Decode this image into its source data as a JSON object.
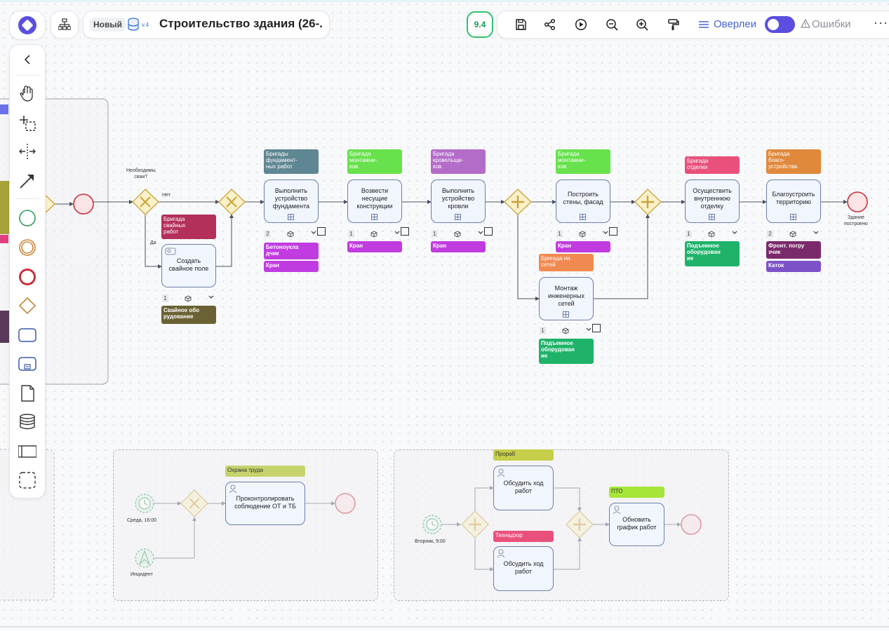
{
  "header": {
    "status": "Новый",
    "version": "v.4",
    "title": "Строительство здания (26-.",
    "score": "9.4",
    "overlays": "Оверлеи",
    "errors": "Ошибки",
    "more": "···"
  },
  "flow_labels": {
    "question": "Необходимы\nсваи?",
    "no": "Нет",
    "yes": "Да",
    "end_building": "Здание\nпостроено",
    "wed": "Среда, 16:00",
    "incident": "Инцидент",
    "tue": "Вторник, 9:00"
  },
  "tasks": {
    "t_found": "Выполнить\nустройство\nфундамента",
    "t_walls": "Возвести\nнесущие\nконструкции",
    "t_roof": "Выполнить\nустройство\nкровли",
    "t_facade": "Построить\nстены, фасад",
    "t_interior": "Осуществить\nвнутреннюю\nотделку",
    "t_territory": "Благоустроить\nтерриторию",
    "t_piles": "Создать\nсвайное поле",
    "t_networks": "Монтаж\nинженерных\nсетей",
    "t_safety": "Проконтролировать\nсоблюдение ОТ и ТБ",
    "t_discuss1": "Обсудить ход\nработ",
    "t_discuss2": "Обсудить ход\nработ",
    "t_schedule": "Обновить\nграфик работ"
  },
  "roles": {
    "r_found": "Бригады\nфундамент-\nных работ",
    "r_walls": "Бригада\nмонтажни-\nков",
    "r_roof": "Бригада\nкровельщи-\nков",
    "r_facade": "Бригада\nмонтажни-\nков",
    "r_interior": "Бригада\nотделки",
    "r_territory": "Бригада\nблаго-\nустройства",
    "r_piles": "Бригада\nсвайных\nработ",
    "r_networks": "Бригада ин.\nсетей",
    "r_safety": "Охрана труда",
    "r_prorab": "Прораб",
    "r_technadzor": "Технадзор",
    "r_pto": "ПТО"
  },
  "resources": {
    "res_concrete": "Бетоноукла\nдчик",
    "res_crane1": "Кран",
    "res_crane2": "Кран",
    "res_crane3": "Кран",
    "res_crane4": "Кран",
    "res_lift1": "Подъемное\nоборудован\nие",
    "res_loader": "Фронт. погру\nзчик",
    "res_roller": "Каток",
    "res_pileeq": "Свайное обо\nрудование",
    "res_lift2": "Подъемное\nоборудован\nие"
  },
  "counts": {
    "c_found": "2",
    "c_walls": "1",
    "c_roof": "1",
    "c_facade": "1",
    "c_interior": "1",
    "c_territory": "2",
    "c_piles": "1",
    "c_networks": "1"
  },
  "colors": {
    "accent": "#5b4ee0",
    "score_green": "#2ec26b",
    "overlay_blue": "#4863d6",
    "gateway_fill": "#fbf1c8",
    "gateway_stroke": "#c9a23c",
    "end_stroke": "#c9303b",
    "start_stroke": "#2f9d58"
  }
}
